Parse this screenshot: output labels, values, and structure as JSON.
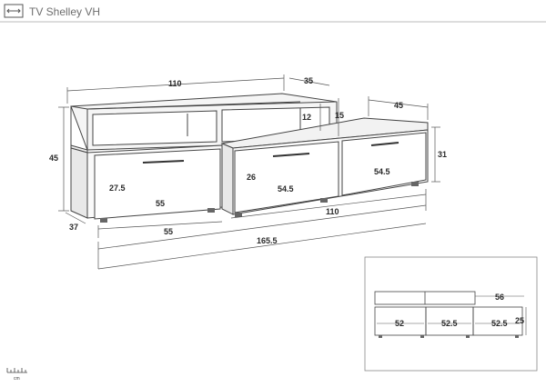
{
  "header": {
    "title": "TV Shelley VH",
    "icon": "ruler-icon"
  },
  "main_drawing": {
    "dims": {
      "top_width": "110",
      "top_depth": "35",
      "shelf_height": "12",
      "step_height": "15",
      "right_depth": "45",
      "total_height": "45",
      "right_height": "31",
      "drawer_height_left": "27.5",
      "drawer_width_left": "55",
      "drawer_height_mid": "26",
      "drawer_width_mid": "54.5",
      "drawer_width_right": "54.5",
      "depth_bottom": "37",
      "base_left": "55",
      "base_right": "110",
      "total_width": "165.5"
    }
  },
  "inset": {
    "dims": {
      "top_right": "56",
      "bottom_1": "52",
      "bottom_2": "52.5",
      "bottom_3": "52.5",
      "height": "25"
    }
  },
  "scale_label": "cm"
}
